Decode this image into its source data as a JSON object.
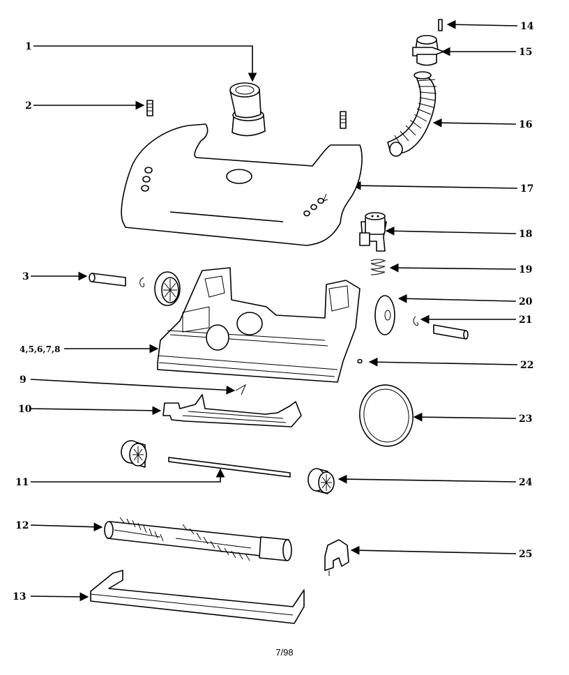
{
  "labels": {
    "p1": "1",
    "p2": "2",
    "p3": "3",
    "p4": "4,5,6,7,8",
    "p9": "9",
    "p10": "10",
    "p11": "11",
    "p12": "12",
    "p13": "13",
    "p14": "14",
    "p15": "15",
    "p16": "16",
    "p17": "17",
    "p18": "18",
    "p19": "19",
    "p20": "20",
    "p21": "21",
    "p22": "22",
    "p23": "23",
    "p24": "24",
    "p25": "25"
  },
  "footer": "7/98"
}
